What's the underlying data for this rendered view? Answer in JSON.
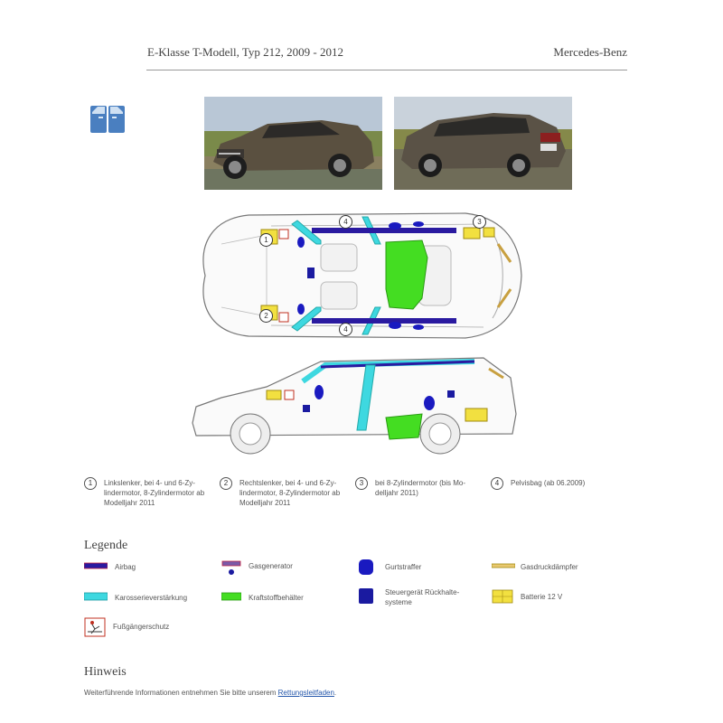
{
  "header": {
    "title": "E-Klasse T-Modell, Typ 212, 2009 - 2012",
    "brand": "Mercedes-Benz"
  },
  "icons": {
    "doc_icon": "car-doors-icon"
  },
  "callout_numbers": [
    "1",
    "2",
    "3",
    "4",
    "4"
  ],
  "notes": [
    {
      "num": "1",
      "text": "Linkslenker, bei 4- und 6-Zy- lindermotor, 8-Zylindermotor ab Modelljahr 2011"
    },
    {
      "num": "2",
      "text": "Rechtslenker, bei 4- und 6-Zy- lindermotor, 8-Zylindermotor ab Modelljahr 2011"
    },
    {
      "num": "3",
      "text": "bei 8-Zylindermotor (bis Mo- delljahr 2011)"
    },
    {
      "num": "4",
      "text": "Pelvisbag (ab 06.2009)"
    }
  ],
  "legend": {
    "heading": "Legende",
    "items": [
      {
        "label": "Airbag",
        "color": "#2a1aa0"
      },
      {
        "label": "Gasgenerator",
        "color": "#1a1aa0"
      },
      {
        "label": "Gurtstraffer",
        "color": "#1a1ac0"
      },
      {
        "label": "Gasdruckdämpfer",
        "color": "#c8a040"
      },
      {
        "label": "Karosserieverstärkung",
        "color": "#3ed8e0"
      },
      {
        "label": "Kraftstoffbehälter",
        "color": "#44dd22"
      },
      {
        "label": "Steuergerät Rückhalte- systeme",
        "color": "#1a1aa0"
      },
      {
        "label": "Batterie 12 V",
        "color": "#f2e040"
      },
      {
        "label": "Fußgängerschutz",
        "color": "#c03020"
      }
    ]
  },
  "hint": {
    "heading": "Hinweis",
    "text": "Weiterführende Informationen entnehmen Sie bitte unserem",
    "link": "Rettungsleitfaden",
    "suffix": "."
  }
}
